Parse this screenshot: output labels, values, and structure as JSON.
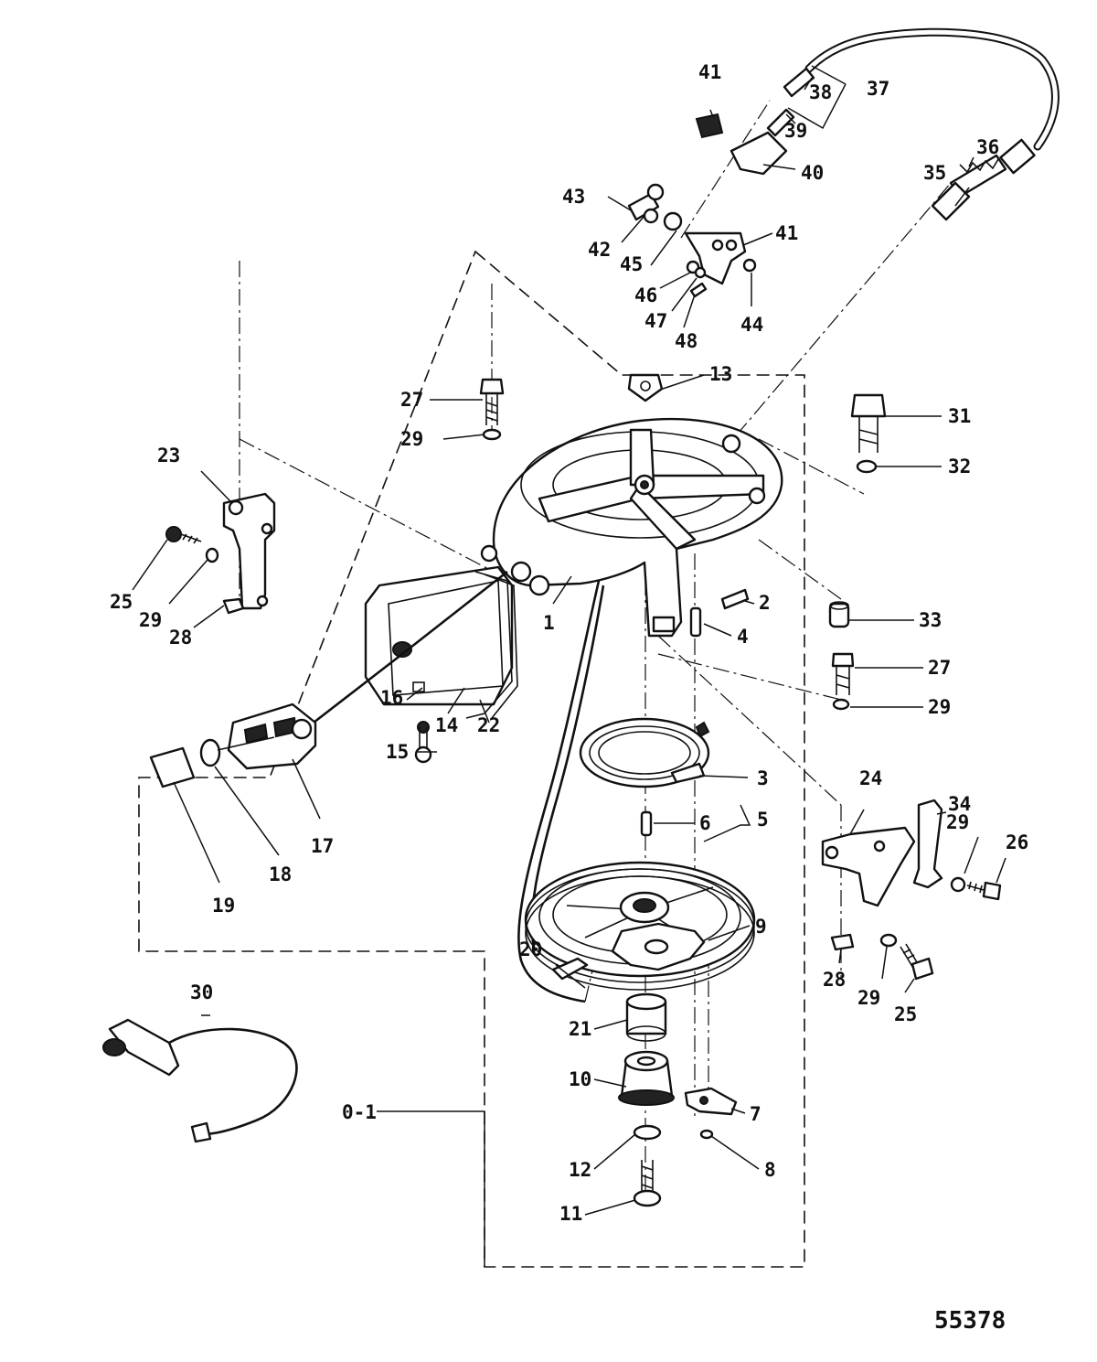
{
  "figure_number": "55378",
  "group_label": "0-1",
  "callouts": [
    {
      "id": "c1",
      "label": "1"
    },
    {
      "id": "c2",
      "label": "2"
    },
    {
      "id": "c3",
      "label": "3"
    },
    {
      "id": "c4",
      "label": "4"
    },
    {
      "id": "c5",
      "label": "5"
    },
    {
      "id": "c6",
      "label": "6"
    },
    {
      "id": "c7",
      "label": "7"
    },
    {
      "id": "c8",
      "label": "8"
    },
    {
      "id": "c9",
      "label": "9"
    },
    {
      "id": "c10",
      "label": "10"
    },
    {
      "id": "c11",
      "label": "11"
    },
    {
      "id": "c12",
      "label": "12"
    },
    {
      "id": "c13",
      "label": "13"
    },
    {
      "id": "c14",
      "label": "14"
    },
    {
      "id": "c15",
      "label": "15"
    },
    {
      "id": "c16",
      "label": "16"
    },
    {
      "id": "c17",
      "label": "17"
    },
    {
      "id": "c18",
      "label": "18"
    },
    {
      "id": "c19",
      "label": "19"
    },
    {
      "id": "c20",
      "label": "20"
    },
    {
      "id": "c21",
      "label": "21"
    },
    {
      "id": "c22",
      "label": "22"
    },
    {
      "id": "c23",
      "label": "23"
    },
    {
      "id": "c24",
      "label": "24"
    },
    {
      "id": "c25a",
      "label": "25"
    },
    {
      "id": "c25b",
      "label": "25"
    },
    {
      "id": "c26",
      "label": "26"
    },
    {
      "id": "c27a",
      "label": "27"
    },
    {
      "id": "c27b",
      "label": "27"
    },
    {
      "id": "c28a",
      "label": "28"
    },
    {
      "id": "c28b",
      "label": "28"
    },
    {
      "id": "c29a",
      "label": "29"
    },
    {
      "id": "c29b",
      "label": "29"
    },
    {
      "id": "c29c",
      "label": "29"
    },
    {
      "id": "c29d",
      "label": "29"
    },
    {
      "id": "c29e",
      "label": "29"
    },
    {
      "id": "c30",
      "label": "30"
    },
    {
      "id": "c31",
      "label": "31"
    },
    {
      "id": "c32",
      "label": "32"
    },
    {
      "id": "c33",
      "label": "33"
    },
    {
      "id": "c34",
      "label": "34"
    },
    {
      "id": "c35",
      "label": "35"
    },
    {
      "id": "c36",
      "label": "36"
    },
    {
      "id": "c37",
      "label": "37"
    },
    {
      "id": "c38",
      "label": "38"
    },
    {
      "id": "c39",
      "label": "39"
    },
    {
      "id": "c40",
      "label": "40"
    },
    {
      "id": "c41a",
      "label": "41"
    },
    {
      "id": "c41b",
      "label": "41"
    },
    {
      "id": "c42",
      "label": "42"
    },
    {
      "id": "c43",
      "label": "43"
    },
    {
      "id": "c44",
      "label": "44"
    },
    {
      "id": "c45",
      "label": "45"
    },
    {
      "id": "c46",
      "label": "46"
    },
    {
      "id": "c47",
      "label": "47"
    },
    {
      "id": "c48",
      "label": "48"
    }
  ]
}
